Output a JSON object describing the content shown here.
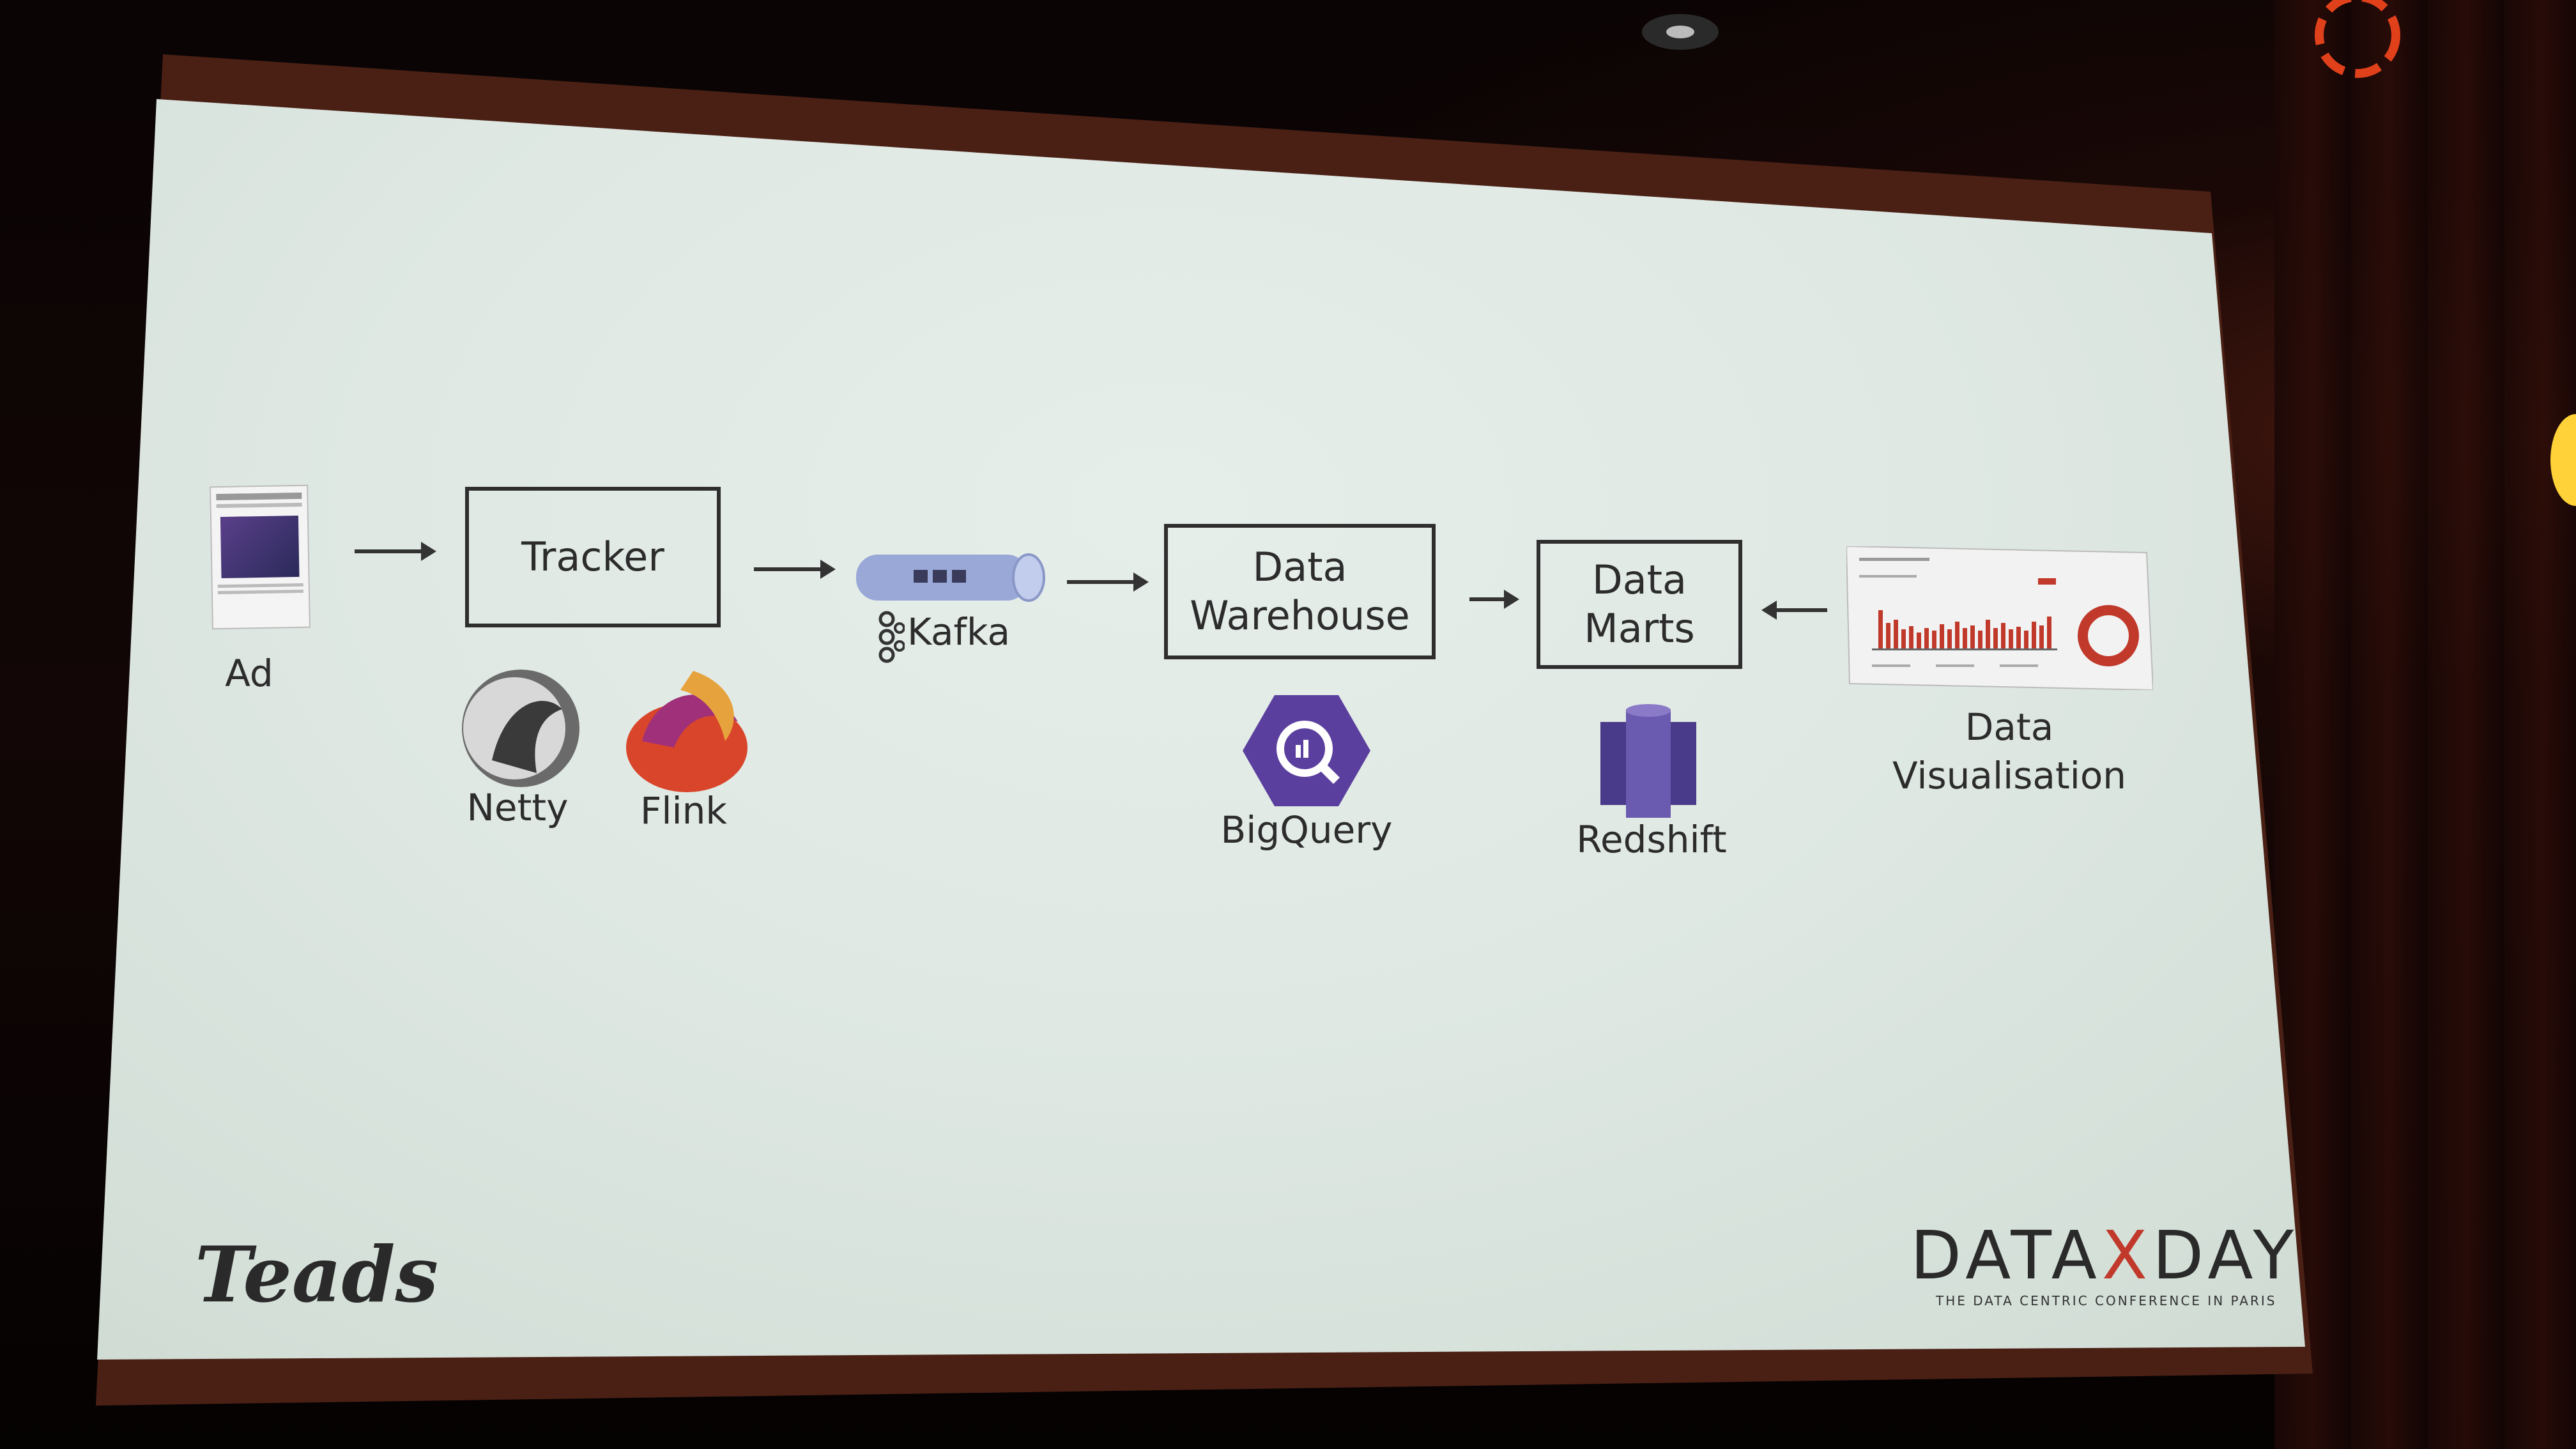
{
  "slide": {
    "nodes": {
      "ad": "Ad",
      "tracker": "Tracker",
      "kafka": "Kafka",
      "warehouse_line1": "Data",
      "warehouse_line2": "Warehouse",
      "marts_line1": "Data",
      "marts_line2": "Marts",
      "visualisation_line1": "Data",
      "visualisation_line2": "Visualisation"
    },
    "technologies": {
      "netty": "Netty",
      "flink": "Flink",
      "bigquery": "BigQuery",
      "redshift": "Redshift"
    },
    "logos": {
      "left": "Teads",
      "right_main_a": "DATA",
      "right_main_x": "X",
      "right_main_b": "DAY",
      "right_tagline": "THE DATA CENTRIC CONFERENCE IN PARIS"
    },
    "colors": {
      "bigquery": "#5b3f9e",
      "redshift": "#4a3a8a",
      "flink": "#d9452a",
      "kafka_tube": "#9aa8d8",
      "chart_red": "#c0392b"
    }
  }
}
